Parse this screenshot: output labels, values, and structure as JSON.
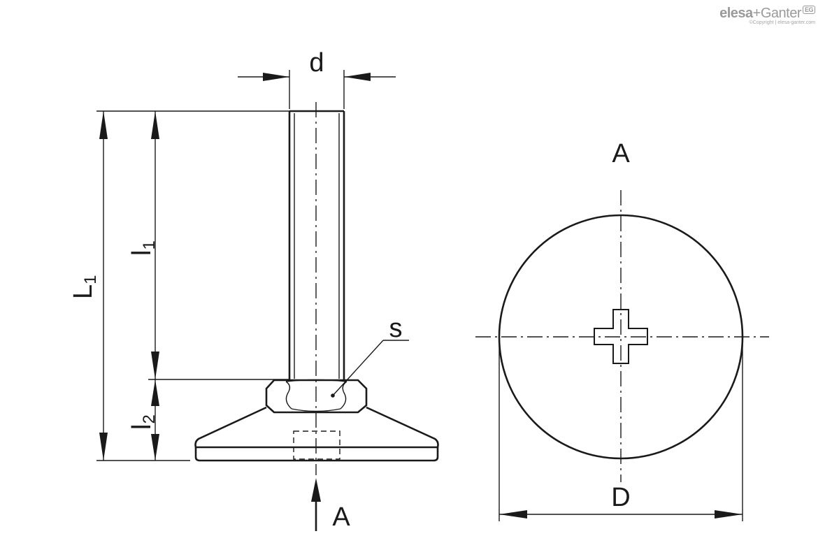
{
  "logo": {
    "brand_main": "elesa",
    "brand_plus": "+Ganter",
    "badge": "EG",
    "copyright": "©Copyright | elesa-ganter.com"
  },
  "labels": {
    "d": "d",
    "L": "L",
    "L_sub": "1",
    "l1": "l",
    "l1_sub": "1",
    "l2": "l",
    "l2_sub": "2",
    "s": "s",
    "A_bottom": "A",
    "A_top": "A",
    "D": "D"
  }
}
